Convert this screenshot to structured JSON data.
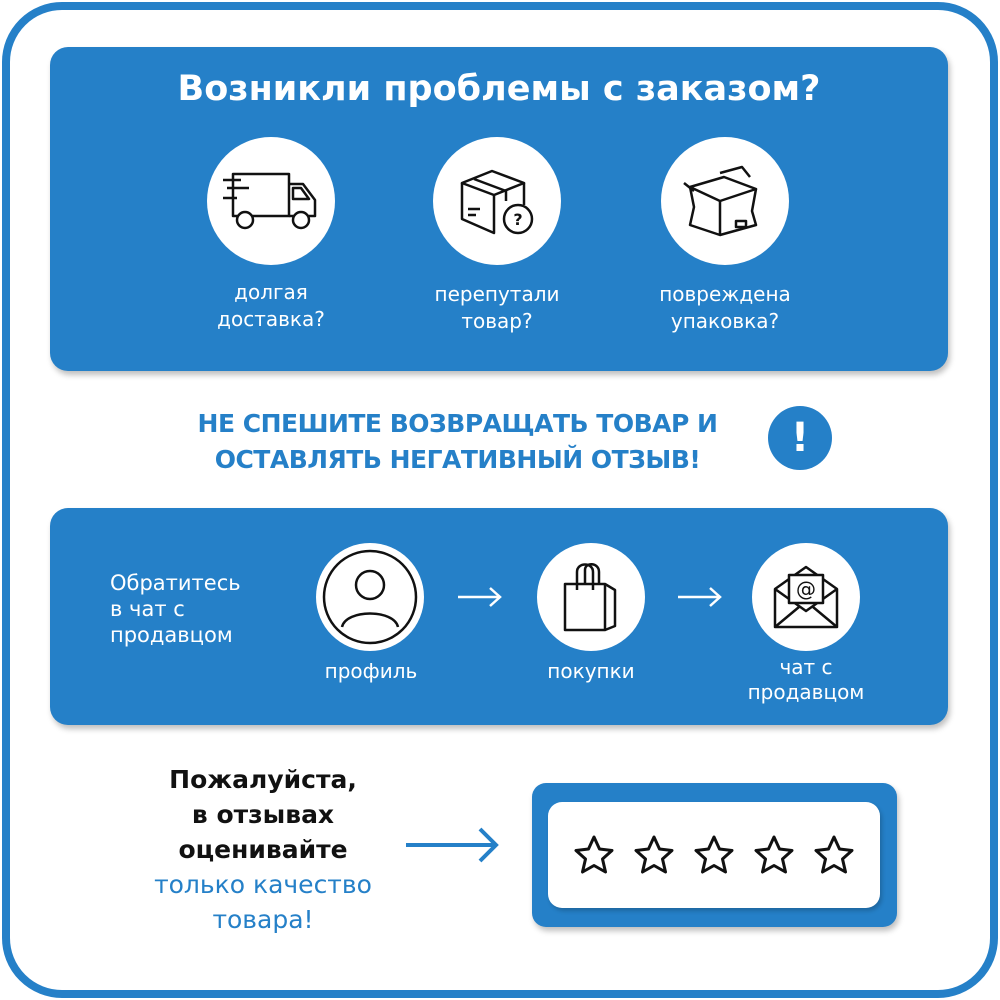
{
  "header": {
    "title": "Возникли проблемы с заказом?"
  },
  "problems": [
    {
      "icon": "truck-icon",
      "label_line1": "долгая",
      "label_line2": "доставка?"
    },
    {
      "icon": "box-question-icon",
      "label_line1": "перепутали",
      "label_line2": "товар?"
    },
    {
      "icon": "damaged-box-icon",
      "label_line1": "повреждена",
      "label_line2": "упаковка?"
    }
  ],
  "warning": {
    "line1": "НЕ СПЕШИТЕ ВОЗВРАЩАТЬ ТОВАР И",
    "line2": "ОСТАВЛЯТЬ НЕГАТИВНЫЙ ОТЗЫВ!",
    "icon": "!"
  },
  "steps": {
    "intro_line1": "Обратитесь",
    "intro_line2": "в чат с",
    "intro_line3": "продавцом",
    "items": [
      {
        "icon": "profile-icon",
        "label_line1": "профиль"
      },
      {
        "icon": "shopping-bag-icon",
        "label_line1": "покупки"
      },
      {
        "icon": "mail-icon",
        "label_line1": "чат с",
        "label_line2": "продавцом"
      }
    ]
  },
  "rating": {
    "line1": "Пожалуйста,",
    "line2": "в отзывах",
    "line3": "оценивайте",
    "line4": "только качество",
    "line5": "товара!",
    "stars": 5
  },
  "colors": {
    "accent": "#2580c8"
  }
}
